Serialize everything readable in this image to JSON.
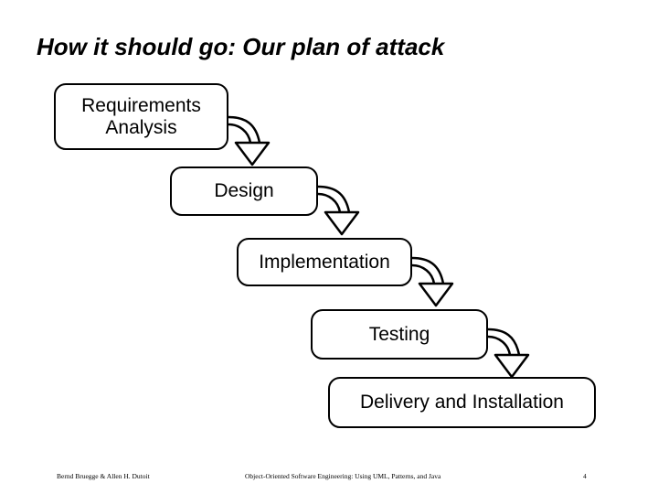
{
  "slide": {
    "title": "How it should go: Our plan of attack"
  },
  "stages": [
    {
      "label": "Requirements Analysis"
    },
    {
      "label": "Design"
    },
    {
      "label": "Implementation"
    },
    {
      "label": "Testing"
    },
    {
      "label": "Delivery and Installation"
    }
  ],
  "icons": {
    "transition": "curved-down-arrow-icon"
  },
  "footer": {
    "authors": "Bernd Bruegge & Allen H. Dutoit",
    "book": "Object-Oriented Software Engineering: Using UML, Patterns, and Java",
    "page": "4"
  }
}
